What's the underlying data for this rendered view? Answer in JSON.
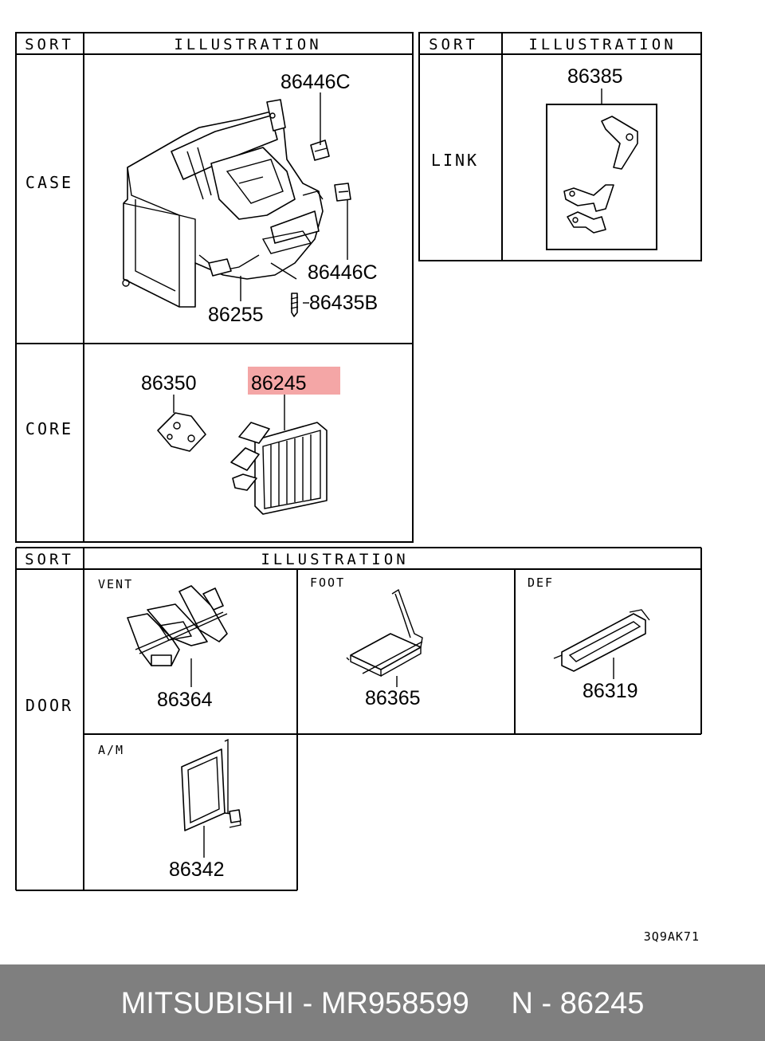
{
  "tables": {
    "sort_header": "SORT",
    "illustration_header": "ILLUSTRATION"
  },
  "sections": {
    "case": {
      "label": "CASE",
      "parts": [
        "86446C",
        "86446C",
        "86435B",
        "86255"
      ]
    },
    "core": {
      "label": "CORE",
      "parts": [
        "86350",
        "86245"
      ],
      "highlighted_part": "86245",
      "highlight_color": "#f4a6a6"
    },
    "link": {
      "label": "LINK",
      "parts": [
        "86385"
      ]
    },
    "door": {
      "label": "DOOR",
      "vent": {
        "label": "VENT",
        "part": "86364"
      },
      "foot": {
        "label": "FOOT",
        "part": "86365"
      },
      "def": {
        "label": "DEF",
        "part": "86319"
      },
      "am": {
        "label": "A/M",
        "part": "86342"
      }
    }
  },
  "diagram_code": "3Q9AK71",
  "footer": {
    "text": "MITSUBISHI - MR958599     N - 86245",
    "background": "#7f7f7f"
  }
}
